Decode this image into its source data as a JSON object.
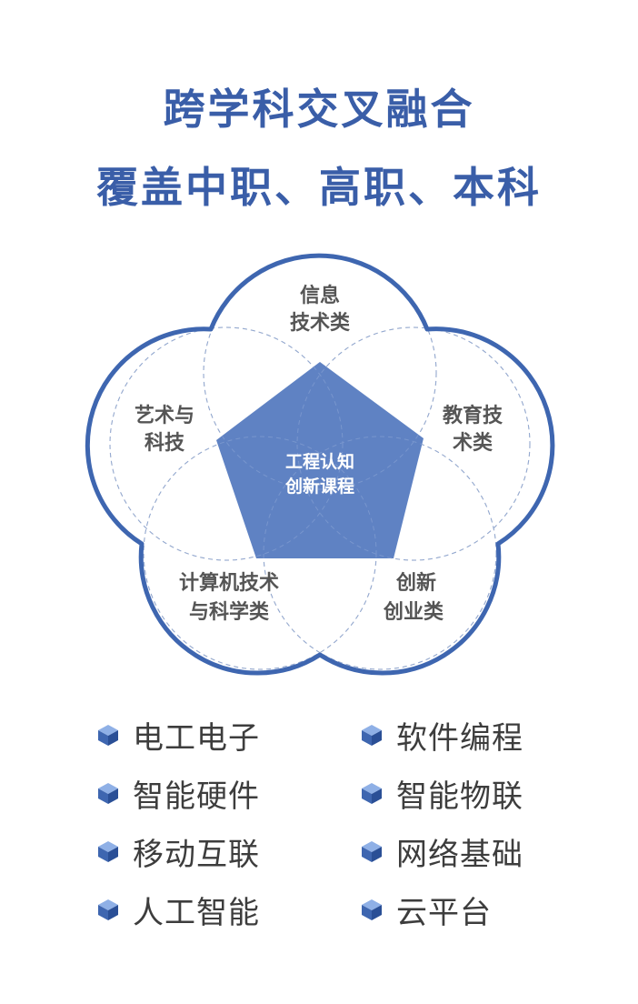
{
  "header": {
    "line1": "跨学科交叉融合",
    "line2": "覆盖中职、高职、本科"
  },
  "diagram": {
    "center": {
      "line1": "工程认知",
      "line2": "创新课程"
    },
    "petals": [
      {
        "line1": "信息",
        "line2": "技术类"
      },
      {
        "line1": "教育技",
        "line2": "术类"
      },
      {
        "line1": "创新",
        "line2": "创业类"
      },
      {
        "line1": "计算机技术",
        "line2": "与科学类"
      },
      {
        "line1": "艺术与",
        "line2": "科技"
      }
    ],
    "colors": {
      "outline": "#3e66b0",
      "center_fill": "#5f82c3",
      "inner_lines": "#d6d6d6"
    }
  },
  "features": {
    "left": [
      "电工电子",
      "智能硬件",
      "移动互联",
      "人工智能"
    ],
    "right": [
      "软件编程",
      "智能物联",
      "网络基础",
      "云平台"
    ],
    "bullet_icon": "cube-icon"
  }
}
